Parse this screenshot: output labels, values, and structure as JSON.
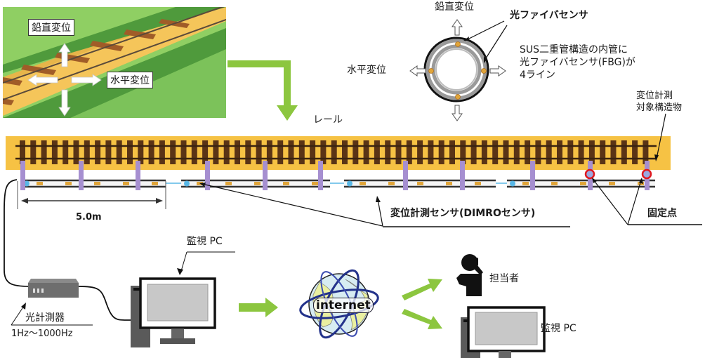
{
  "inset_scene": {
    "vertical_label": "鉛直変位",
    "horizontal_label": "水平変位"
  },
  "cross_section": {
    "vertical_label": "鉛直変位",
    "horizontal_label": "水平変位",
    "fiber_sensor_label": "光ファイバセンサ",
    "description_lines": [
      "SUS二重管構造の内管に",
      "光ファイバセンサ(FBG)が",
      "4ライン"
    ],
    "sensor_count": 4
  },
  "track": {
    "rail_label": "レール",
    "target_structure_lines": [
      "変位計測",
      "対象構造物"
    ],
    "segment_length_label": "5.0m",
    "sensor_label": "変位計測センサ(DIMROセンサ)",
    "fixed_point_label": "固定点",
    "colors": {
      "ballast": "#f6c244",
      "tie": "#5a3416",
      "clamp": "#a68fd0",
      "fbg_marker": "#e0a53a",
      "connector": "#58b7e6",
      "fixed_point_ring": "#e0191f",
      "flow_arrow": "#8cc63f"
    }
  },
  "devices": {
    "interrogator_label": "光計測器",
    "frequency_range": "1Hz～1000Hz",
    "monitor_pc_label": "監視 PC",
    "internet_label": "internet",
    "person_label": "担当者",
    "remote_pc_label": "監視 PC"
  }
}
